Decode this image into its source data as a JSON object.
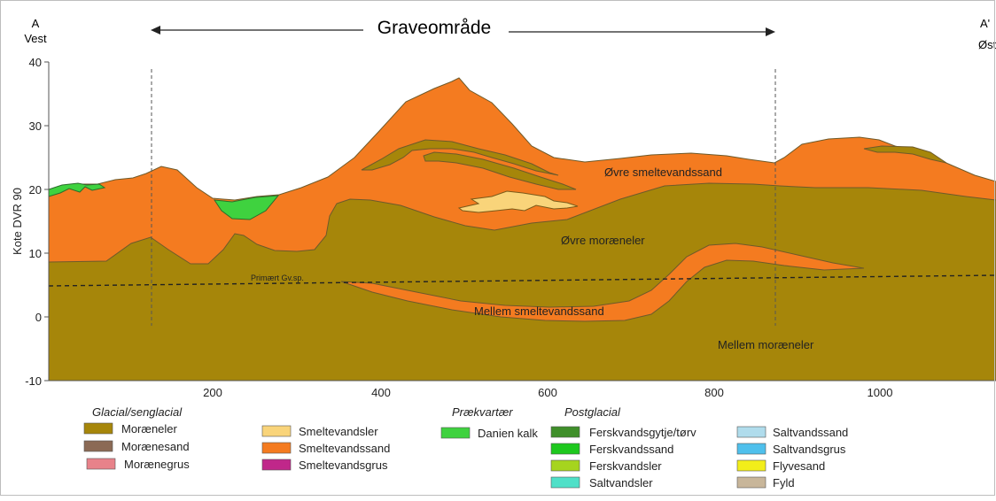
{
  "header": {
    "left_code": "A",
    "left_dir": "Vest",
    "right_code": "A'",
    "right_dir": "Øst",
    "title": "Graveområde"
  },
  "axes": {
    "y_label": "Kote DVR 90",
    "y_ticks": [
      "40",
      "30",
      "20",
      "10",
      "0",
      "-10"
    ],
    "x_ticks": [
      "200",
      "400",
      "600",
      "800",
      "1000"
    ]
  },
  "section_labels": {
    "ovre_smeltevandssand": "Øvre smeltevandssand",
    "ovre_moraeneler": "Øvre moræneler",
    "mellem_smeltevandssand": "Mellem smeltevandssand",
    "mellem_moraeneler": "Mellem moræneler",
    "primaert_gv": "Primært Gv.sp."
  },
  "legend": {
    "glacial": {
      "heading": "Glacial/senglacial",
      "col1": [
        {
          "label": "Moræneler",
          "color": "#a6860a"
        },
        {
          "label": "Morænesand",
          "color": "#8b6a55"
        },
        {
          "label": "Morænegrus",
          "color": "#e8828a"
        }
      ],
      "col2": [
        {
          "label": "Smeltevandsler",
          "color": "#f9d47a"
        },
        {
          "label": "Smeltevandssand",
          "color": "#f47b20"
        },
        {
          "label": "Smeltevandsgrus",
          "color": "#c0278a"
        }
      ]
    },
    "praekvartaer": {
      "heading": "Prækvartær",
      "items": [
        {
          "label": "Danien kalk",
          "color": "#3fd23f"
        }
      ]
    },
    "postglacial": {
      "heading": "Postglacial",
      "col1": [
        {
          "label": "Ferskvandsgytje/tørv",
          "color": "#3f8f2a"
        },
        {
          "label": "Ferskvandssand",
          "color": "#1ec81e"
        },
        {
          "label": "Ferskvandsler",
          "color": "#a6d41e"
        },
        {
          "label": "Saltvandsler",
          "color": "#4fe0c8"
        }
      ],
      "col2": [
        {
          "label": "Saltvandssand",
          "color": "#b0dcec"
        },
        {
          "label": "Saltvandsgrus",
          "color": "#4fc0ec"
        },
        {
          "label": "Flyvesand",
          "color": "#f2ee1a"
        },
        {
          "label": "Fyld",
          "color": "#c8b69a"
        }
      ]
    }
  },
  "colors": {
    "moraeneler": "#a6860a",
    "smeltevandssand": "#f47b20",
    "smeltevandsler": "#f9d47a",
    "danien_kalk": "#3fd23f",
    "outline": "#5a4a1a"
  }
}
